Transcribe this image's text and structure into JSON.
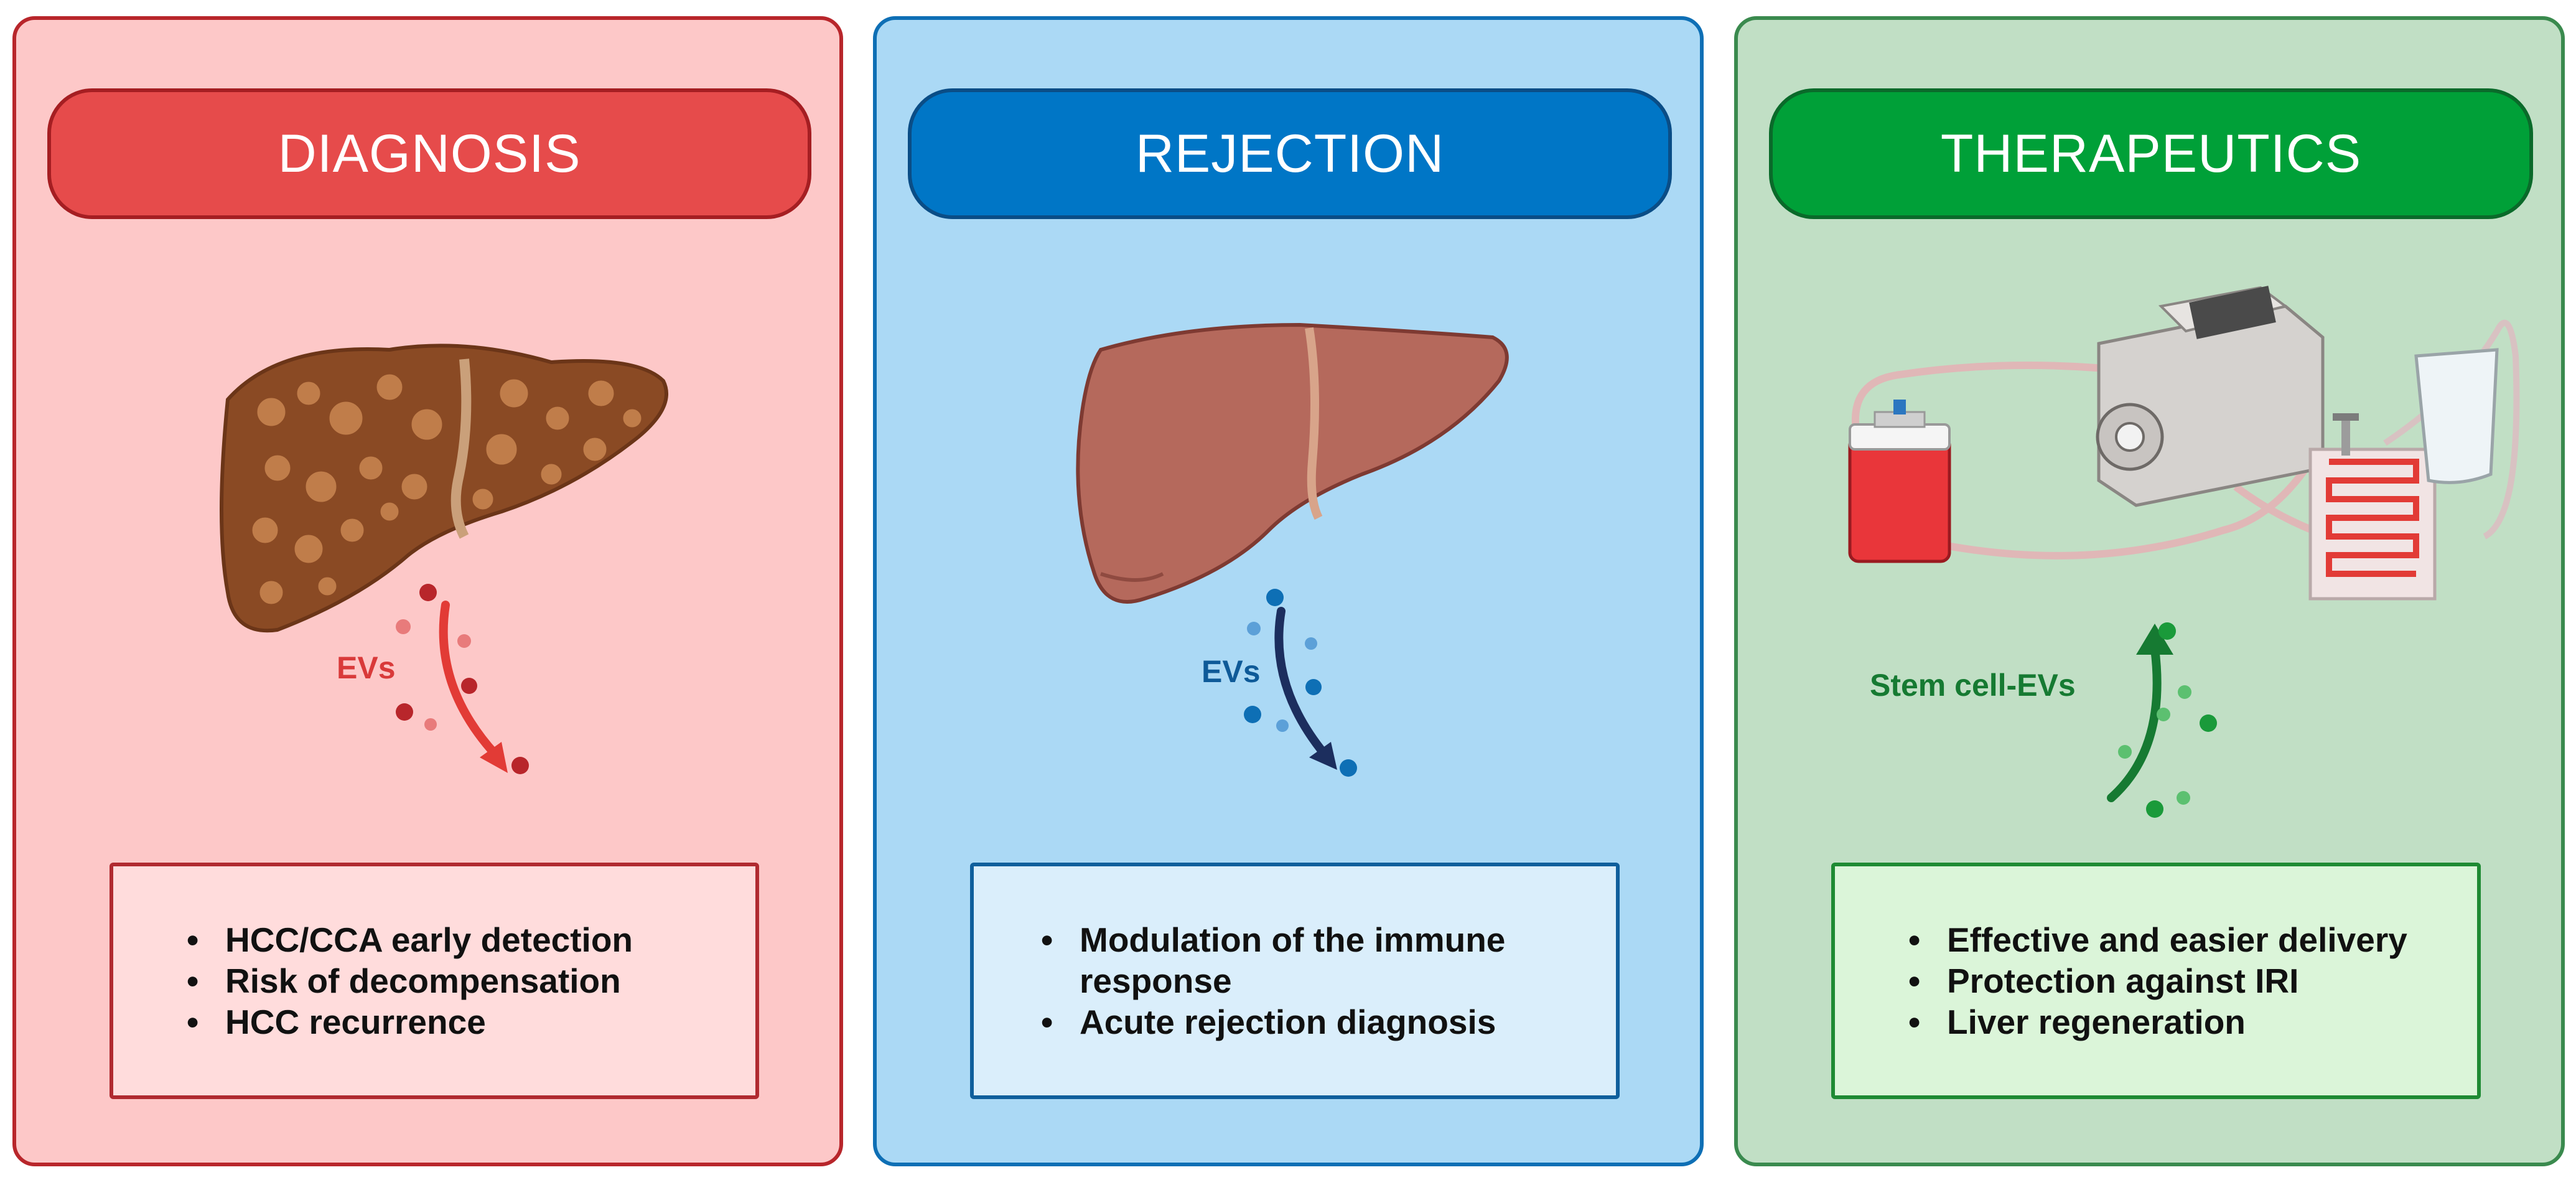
{
  "panels": [
    {
      "id": "diagnosis",
      "title": "DIAGNOSIS",
      "arrow_label": "EVs",
      "bullets": [
        "HCC/CCA early detection",
        "Risk of decompensation",
        "HCC recurrence"
      ]
    },
    {
      "id": "rejection",
      "title": "REJECTION",
      "arrow_label": "EVs",
      "bullets": [
        "Modulation of the immune response",
        "Acute rejection diagnosis"
      ]
    },
    {
      "id": "therapeutics",
      "title": "THERAPEUTICS",
      "arrow_label": "Stem cell-EVs",
      "bullets": [
        "Effective and easier delivery",
        "Protection against IRI",
        "Liver regeneration"
      ]
    }
  ],
  "colors": {
    "diagnosis_accent": "#e64b4b",
    "rejection_accent": "#0076c6",
    "therapeutics_accent": "#00a038"
  },
  "icons": [
    "cirrhotic-liver-icon",
    "healthy-liver-icon",
    "perfusion-machine-icon"
  ]
}
